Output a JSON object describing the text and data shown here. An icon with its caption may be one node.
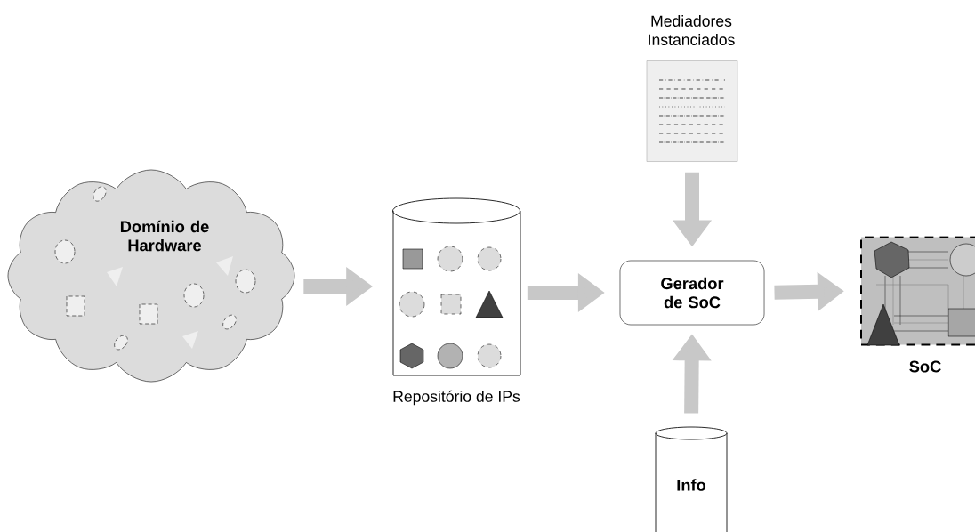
{
  "diagram": {
    "nodes": [
      {
        "text": [
          "Domínio de Hardware"
        ]
      },
      {
        "text": [
          "Repositório de IPs"
        ]
      },
      {
        "text": [
          "Mediadores Instanciados"
        ]
      },
      {
        "text": [
          "Gerador de SoC"
        ]
      },
      {
        "text": [
          "SoC"
        ]
      },
      {
        "text": [
          "Info"
        ]
      }
    ],
    "edges": [
      {
        "from": 0,
        "to": 1,
        "arrow": "to"
      },
      {
        "from": 1,
        "to": 3,
        "arrow": "to"
      },
      {
        "from": 2,
        "to": 3,
        "arrow": "to"
      },
      {
        "from": 5,
        "to": 3,
        "arrow": "to"
      },
      {
        "from": 3,
        "to": 4,
        "arrow": "to"
      }
    ]
  }
}
